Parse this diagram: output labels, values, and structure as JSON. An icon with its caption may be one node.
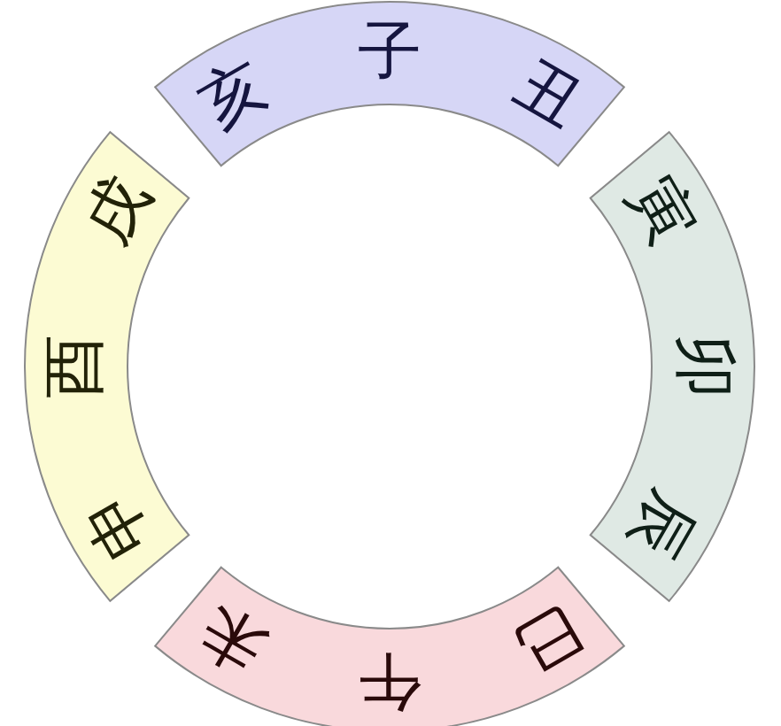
{
  "diagram": {
    "nodes": [
      {
        "text": [
          "亥",
          "子",
          "丑"
        ]
      },
      {
        "text": [
          "寅",
          "卯",
          "辰"
        ]
      },
      {
        "text": [
          "巳",
          "午",
          "未"
        ]
      },
      {
        "text": [
          "申",
          "酉",
          "戌"
        ]
      }
    ]
  }
}
